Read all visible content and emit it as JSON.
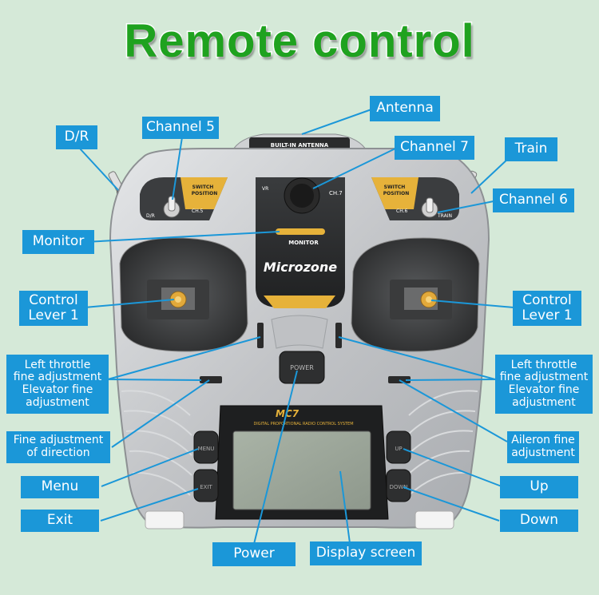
{
  "title": "Remote control",
  "device": {
    "top_label": "BUILT-IN ANTENNA",
    "switch_label": "SWITCH\nPOSITION",
    "ch5": "CH.5",
    "ch6": "CH.6",
    "dr": "D/R",
    "train": "TRAIN",
    "vr": "VR",
    "ch7": "CH.7",
    "monitor": "MONITOR",
    "brand": "Microzone",
    "power": "POWER",
    "model": "MC7",
    "subtitle": "DIGITAL PROPORTIONAL RADIO CONTROL SYSTEM",
    "menu": "MENU",
    "exit": "EXIT",
    "up": "UP",
    "down": "DOWN"
  },
  "labels": {
    "antenna": "Antenna",
    "dr": "D/R",
    "channel5": "Channel 5",
    "channel7": "Channel 7",
    "train": "Train",
    "channel6": "Channel 6",
    "monitor": "Monitor",
    "control_left": "Control\nLever 1",
    "control_right": "Control\nLever 1",
    "throttle_left": "Left throttle\nfine adjustment\nElevator fine\nadjustment",
    "throttle_right": "Left throttle\nfine adjustment\nElevator fine\nadjustment",
    "direction": "Fine adjustment\nof direction",
    "aileron": "Aileron fine\nadjustment",
    "menu": "Menu",
    "exit": "Exit",
    "up": "Up",
    "down": "Down",
    "power": "Power",
    "display": "Display screen"
  },
  "colors": {
    "background": "#d5e9d8",
    "label_blue": "#1b97d8",
    "title_green": "#1fa21f",
    "body_silver": "#c9cbcd",
    "accent_gold": "#e6b23a"
  }
}
